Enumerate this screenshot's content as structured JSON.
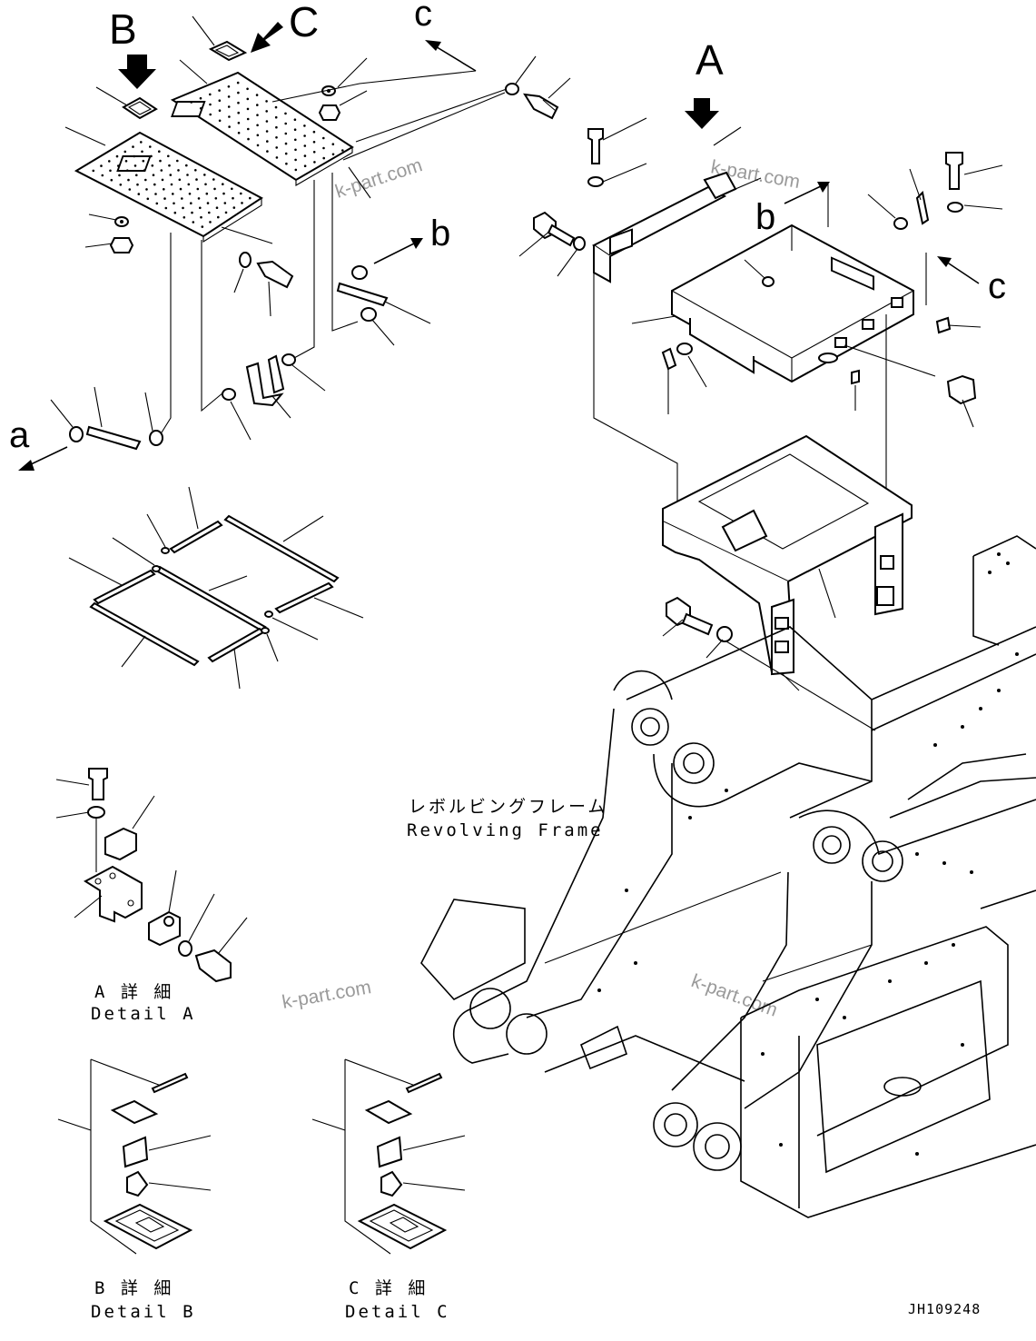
{
  "view_labels": {
    "A": "A",
    "B": "B",
    "C": "C"
  },
  "connection_labels": {
    "a": "a",
    "b": "b",
    "c": "c"
  },
  "frame_label": {
    "jp": "レボルビングフレーム",
    "en": "Revolving Frame"
  },
  "details": {
    "A": {
      "jp": "A 詳 細",
      "en": "Detail A"
    },
    "B": {
      "jp": "B 詳 細",
      "en": "Detail B"
    },
    "C": {
      "jp": "C 詳 細",
      "en": "Detail C"
    }
  },
  "drawing_number": "JH109248",
  "watermark": "k-part.com",
  "colors": {
    "line": "#000000",
    "watermark": "#9a9a9a",
    "background": "#ffffff"
  }
}
